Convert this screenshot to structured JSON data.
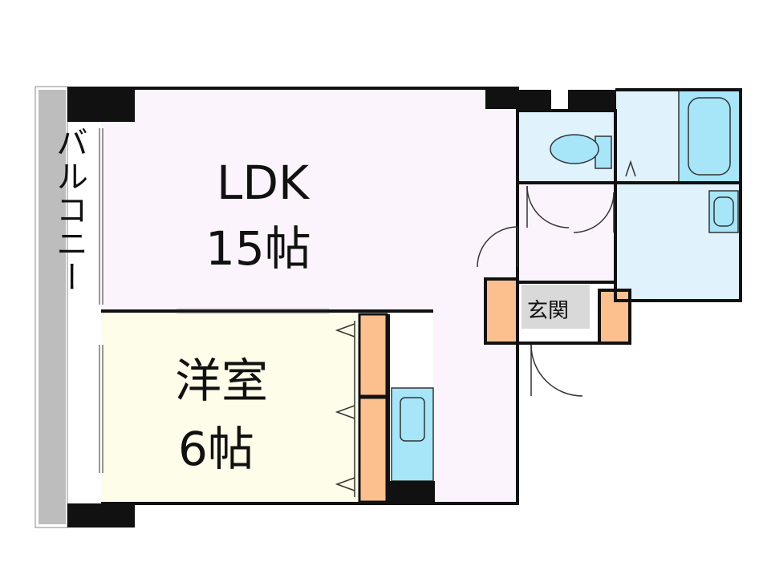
{
  "plan": {
    "balcony": {
      "label": "バルコニー"
    },
    "ldk": {
      "name": "LDK",
      "size": "15帖"
    },
    "western_room": {
      "name": "洋室",
      "size": "6帖"
    },
    "entrance": {
      "label": "玄関"
    }
  },
  "colors": {
    "ldk_floor": "#fcf4fc",
    "western_floor": "#fdfde9",
    "wet_area": "#e0f2fc",
    "fixture": "#a6e6f8",
    "storage": "#fbc08e",
    "balcony": "#bdbdbd",
    "entrance_floor": "#d9d9d9",
    "wall": "#111111"
  }
}
